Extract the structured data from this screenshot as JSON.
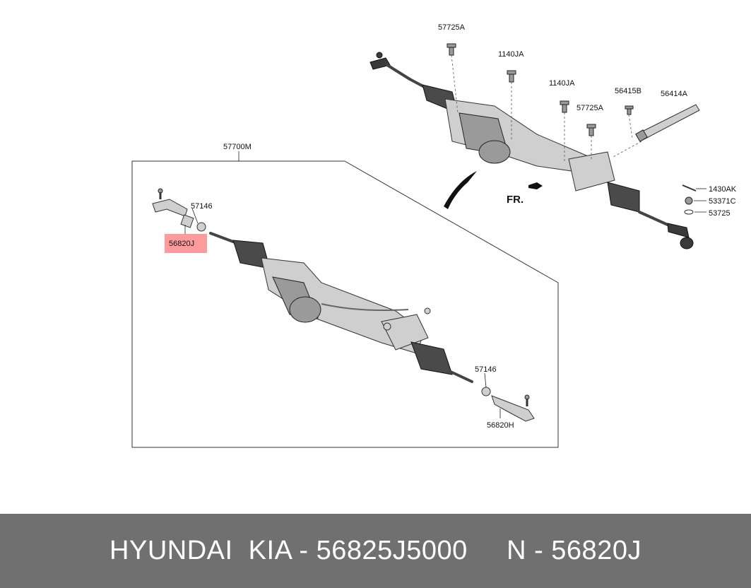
{
  "diagram": {
    "assembly_label": "57700M",
    "fr_label": "FR.",
    "highlighted_part": "56820J",
    "callouts": {
      "bolt_57725A_top": "57725A",
      "bolt_1140JA_a": "1140JA",
      "bolt_1140JA_b": "1140JA",
      "bolt_57725A_mid": "57725A",
      "part_56415B": "56415B",
      "part_56414A": "56414A",
      "part_1430AK": "1430AK",
      "part_53371C": "53371C",
      "part_53725": "53725",
      "nut_57146_left": "57146",
      "nut_57146_right": "57146",
      "tie_rod_end_right": "56820H"
    }
  },
  "footer": {
    "text": "HYUNDAI  KIA - 56825J5000     N - 56820J"
  }
}
